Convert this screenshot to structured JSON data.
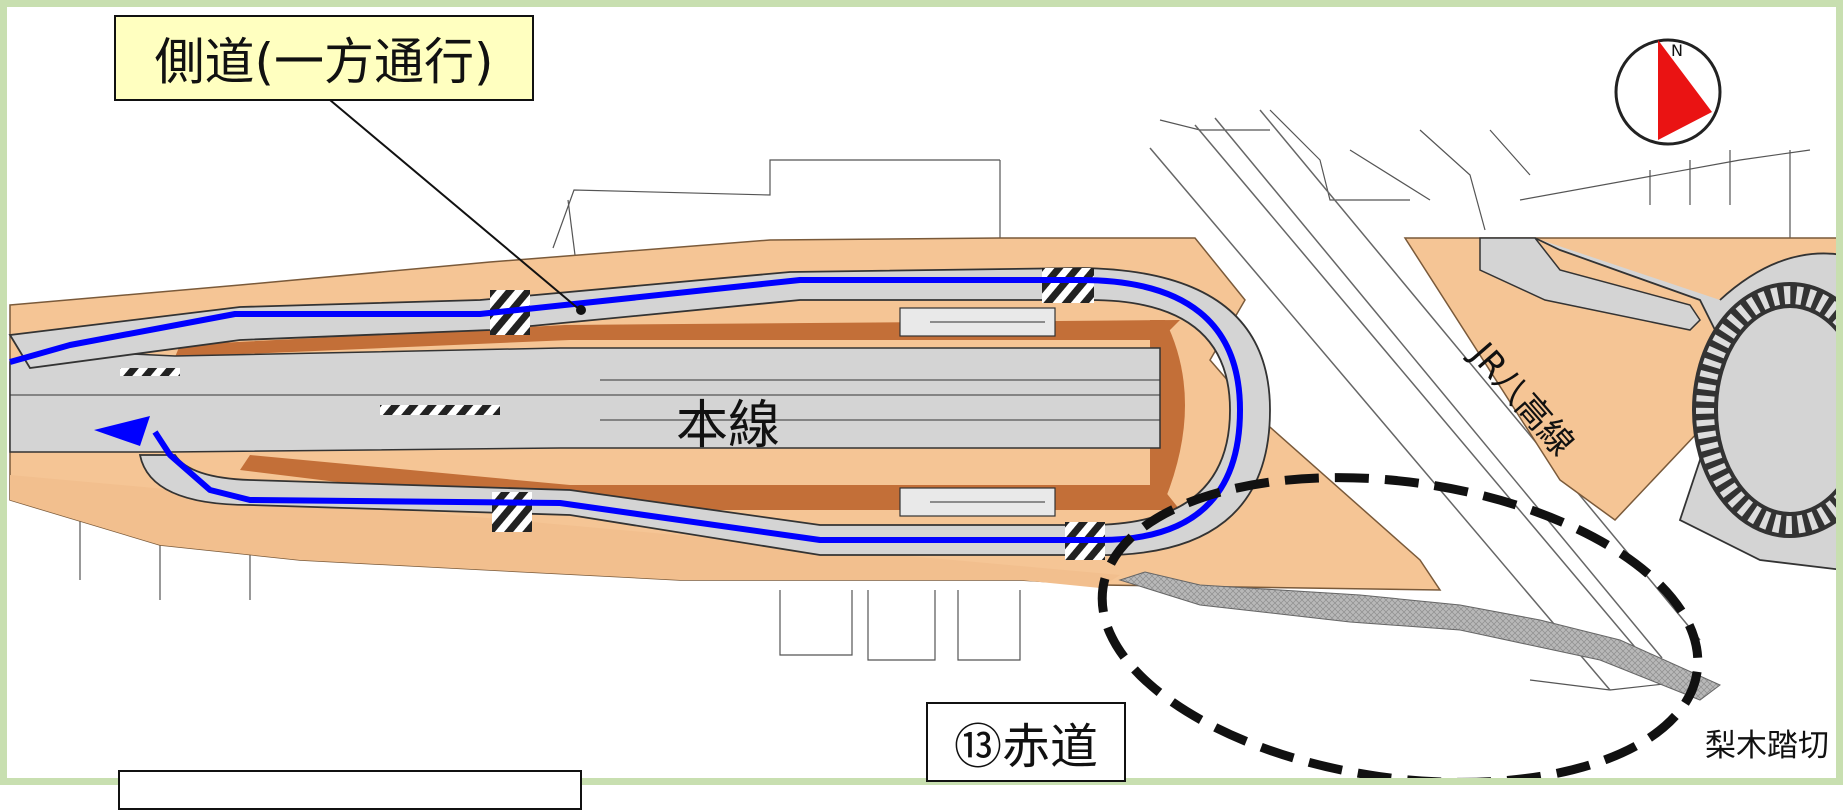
{
  "labels": {
    "side_road": "側道(一方通行)",
    "main_line": "本線",
    "railway": "JR八高線",
    "akamichi": "⑬赤道",
    "crossing": "梨木踏切"
  },
  "compass": {
    "north": "N"
  },
  "colors": {
    "border_green": "#c8dfb0",
    "road_surface": "#d4d4d4",
    "embankment": "#f5c595",
    "embankment_dark": "#c36f38",
    "route_line": "#0000ff",
    "callout_fill": "#ffffc0",
    "compass_red": "#ea1313",
    "highlight_oval": "#111111"
  },
  "icons": [
    "compass-icon",
    "route-arrow-icon"
  ]
}
